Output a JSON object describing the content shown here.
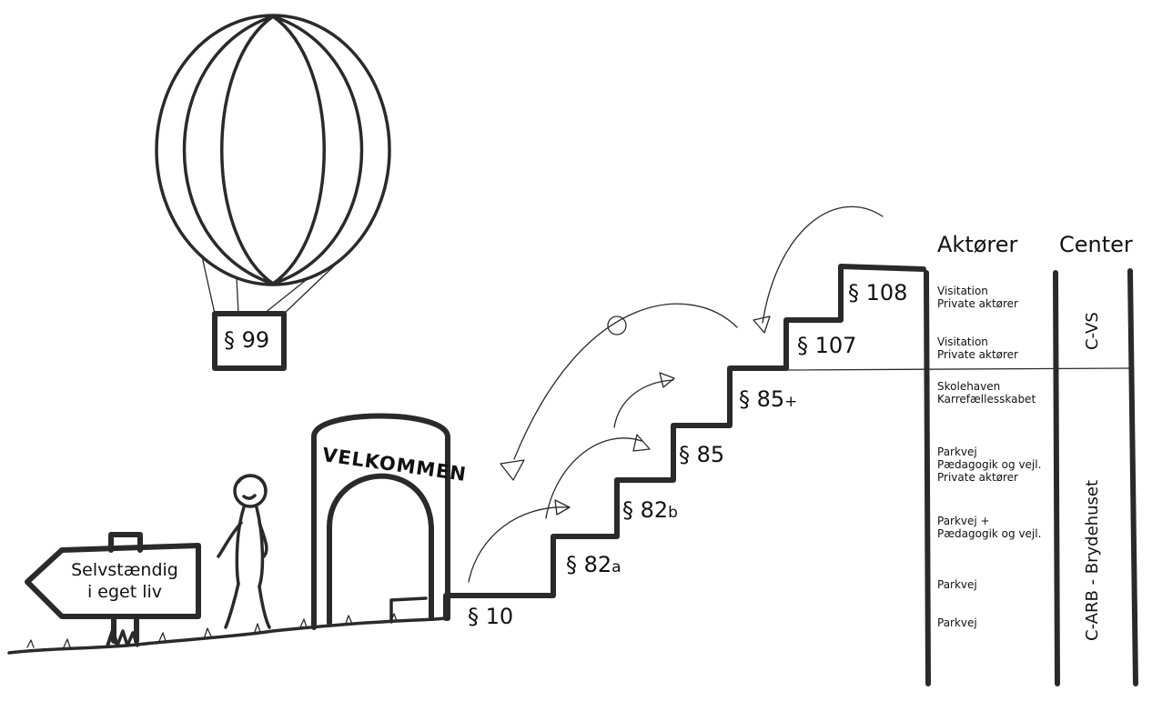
{
  "balloon": {
    "label": "§ 99"
  },
  "sign": {
    "line1": "Selvstændig",
    "line2": "i eget liv"
  },
  "arch": {
    "label": "VELKOMMEN"
  },
  "steps": [
    {
      "main": "§ 10",
      "suffix": ""
    },
    {
      "main": "§ 82",
      "suffix": "a"
    },
    {
      "main": "§ 82",
      "suffix": "b"
    },
    {
      "main": "§ 85",
      "suffix": ""
    },
    {
      "main": "§ 85",
      "suffix": "+"
    },
    {
      "main": "§ 107",
      "suffix": ""
    },
    {
      "main": "§ 108",
      "suffix": ""
    }
  ],
  "headers": {
    "actors": "Aktører",
    "center": "Center"
  },
  "actors": [
    {
      "lines": [
        "Visitation",
        "Private aktører"
      ]
    },
    {
      "lines": [
        "Visitation",
        "Private aktører"
      ]
    },
    {
      "lines": [
        "Skolehaven",
        "Karrefællesskabet"
      ]
    },
    {
      "lines": [
        "Parkvej",
        "Pædagogik og vejl.",
        "Private aktører"
      ]
    },
    {
      "lines": [
        "Parkvej +",
        "Pædagogik og vejl."
      ]
    },
    {
      "lines": [
        "Parkvej"
      ]
    },
    {
      "lines": [
        "Parkvej"
      ]
    }
  ],
  "centers": {
    "upper": "C-VS",
    "lower": "C-ARB - Brydehuset"
  }
}
